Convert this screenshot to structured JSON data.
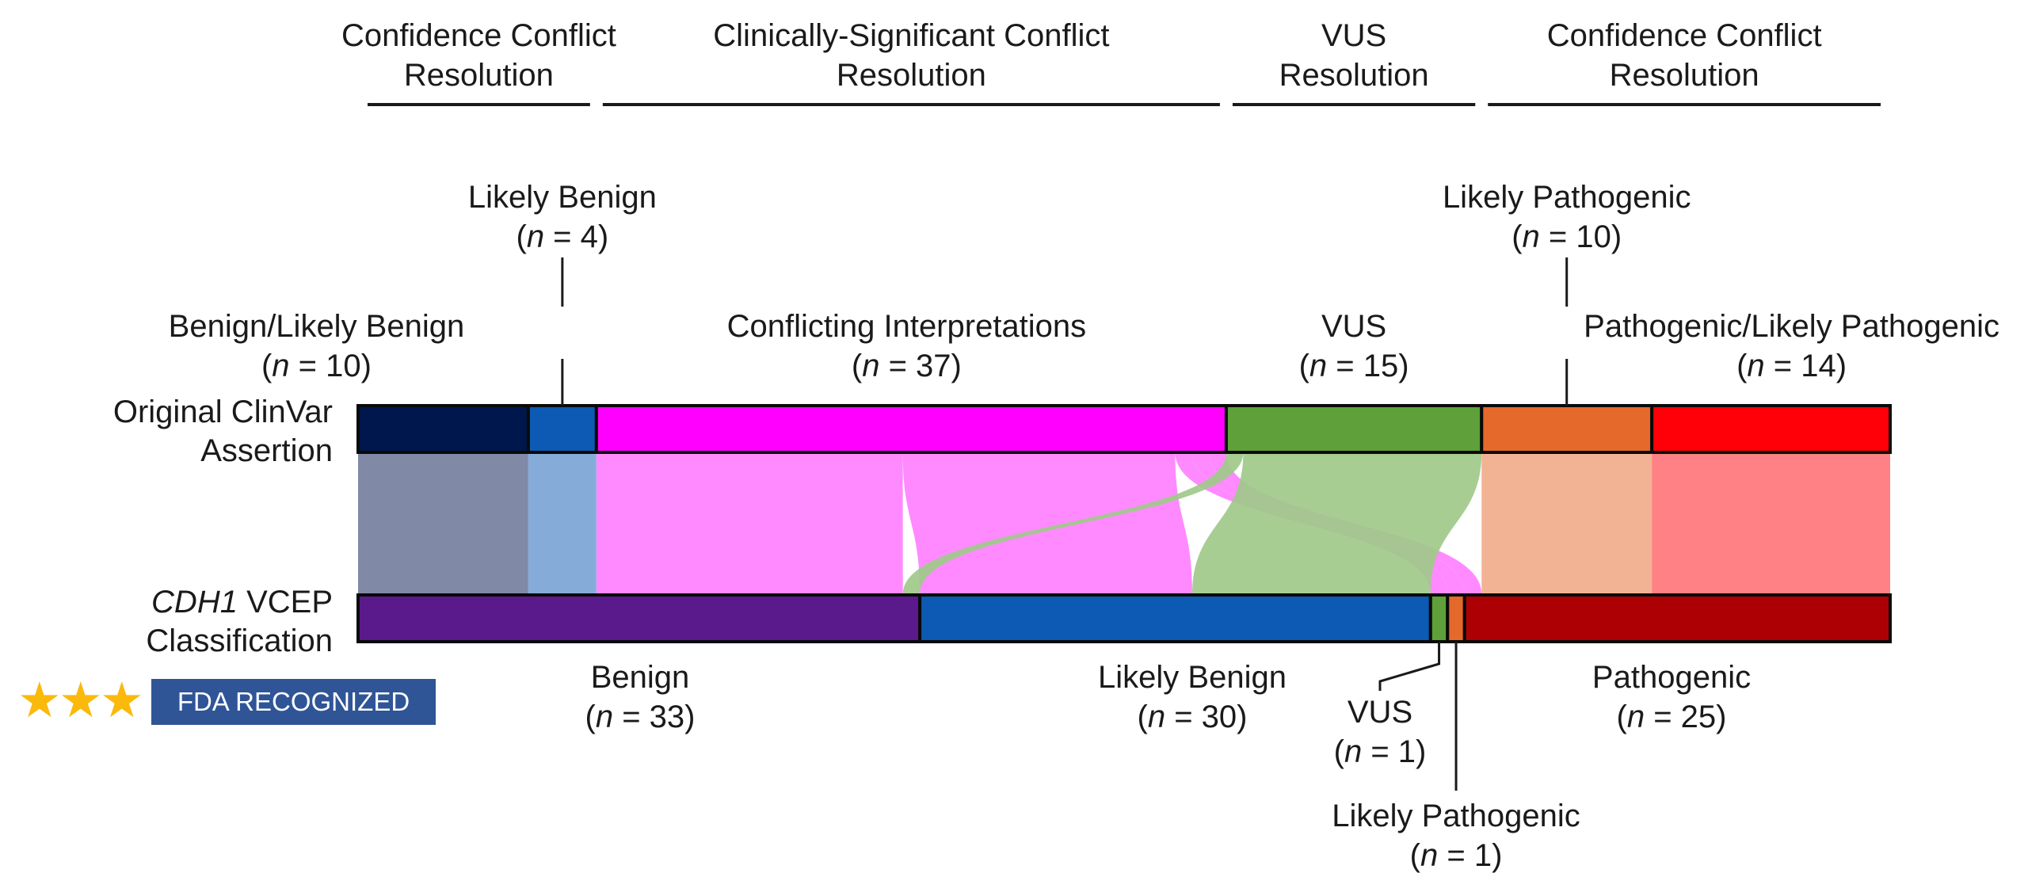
{
  "chart_data": {
    "type": "sankey",
    "title": "",
    "unit_label": "n",
    "sections": [
      {
        "line1": "Confidence Conflict",
        "line2": "Resolution",
        "sources": [
          "B/LB",
          "LB_top"
        ]
      },
      {
        "line1": "Clinically-Significant Conflict",
        "line2": "Resolution",
        "sources": [
          "CONF"
        ]
      },
      {
        "line1": "VUS",
        "line2": "Resolution",
        "sources": [
          "VUS_top"
        ]
      },
      {
        "line1": "Confidence Conflict",
        "line2": "Resolution",
        "sources": [
          "LP_top",
          "P/LP"
        ]
      }
    ],
    "rows": {
      "top_label": [
        "Original ClinVar",
        "Assertion"
      ],
      "bottom_label_italic": "CDH1",
      "bottom_label_rest": " VCEP",
      "bottom_label_line2": "Classification"
    },
    "top_nodes": [
      {
        "id": "B/LB",
        "name": "Benign/Likely Benign",
        "n": 10,
        "color": "#00174d",
        "flow_color": "#8089a6"
      },
      {
        "id": "LB_top",
        "name": "Likely Benign",
        "n": 4,
        "color": "#0c5ab4",
        "flow_color": "#85acd9"
      },
      {
        "id": "CONF",
        "name": "Conflicting Interpretations",
        "n": 37,
        "color": "#ff00ff",
        "flow_color": "#ff80ff"
      },
      {
        "id": "VUS_top",
        "name": "VUS",
        "n": 15,
        "color": "#5fa03a",
        "flow_color": "#9fc98a"
      },
      {
        "id": "LP_top",
        "name": "Likely Pathogenic",
        "n": 10,
        "color": "#e5692a",
        "flow_color": "#f2b394"
      },
      {
        "id": "P/LP",
        "name": "Pathogenic/Likely Pathogenic",
        "n": 14,
        "color": "#ff0008",
        "flow_color": "#ff8085"
      }
    ],
    "bottom_nodes": [
      {
        "id": "B",
        "name": "Benign",
        "n": 33,
        "color": "#5a1a8c"
      },
      {
        "id": "LB",
        "name": "Likely Benign",
        "n": 30,
        "color": "#0c5ab4"
      },
      {
        "id": "VUS",
        "name": "VUS",
        "n": 1,
        "color": "#5fa03a"
      },
      {
        "id": "LP",
        "name": "Likely Pathogenic",
        "n": 1,
        "color": "#e5692a"
      },
      {
        "id": "P",
        "name": "Pathogenic",
        "n": 25,
        "color": "#ad0005"
      }
    ],
    "flows": [
      {
        "from": "B/LB",
        "to": "B",
        "n": 10
      },
      {
        "from": "LB_top",
        "to": "B",
        "n": 4
      },
      {
        "from": "CONF",
        "to": "B",
        "n": 18
      },
      {
        "from": "CONF",
        "to": "LB",
        "n": 16
      },
      {
        "from": "CONF",
        "to": "VUS",
        "n": 1
      },
      {
        "from": "CONF",
        "to": "LP",
        "n": 1
      },
      {
        "from": "CONF",
        "to": "P",
        "n": 1
      },
      {
        "from": "VUS_top",
        "to": "B",
        "n": 1
      },
      {
        "from": "VUS_top",
        "to": "LB",
        "n": 14
      },
      {
        "from": "LP_top",
        "to": "P",
        "n": 10
      },
      {
        "from": "P/LP",
        "to": "P",
        "n": 14
      }
    ],
    "top_labels": [
      {
        "node": "B/LB",
        "line1": "Benign/Likely Benign",
        "count": "10",
        "tier": "near"
      },
      {
        "node": "LB_top",
        "line1": "Likely Benign",
        "count": "4",
        "tier": "far"
      },
      {
        "node": "CONF",
        "line1": "Conflicting Interpretations",
        "count": "37",
        "tier": "near"
      },
      {
        "node": "VUS_top",
        "line1": "VUS",
        "count": "15",
        "tier": "near"
      },
      {
        "node": "LP_top",
        "line1": "Likely Pathogenic",
        "count": "10",
        "tier": "far"
      },
      {
        "node": "P/LP",
        "line1": "Pathogenic/Likely Pathogenic",
        "count": "14",
        "tier": "near"
      }
    ],
    "bottom_labels": [
      {
        "node": "B",
        "line1": "Benign",
        "count": "33"
      },
      {
        "node": "LB",
        "line1": "Likely Benign",
        "count": "30"
      },
      {
        "node": "VUS",
        "line1": "VUS",
        "count": "1"
      },
      {
        "node": "LP",
        "line1": "Likely Pathogenic",
        "count": "1"
      },
      {
        "node": "P",
        "line1": "Pathogenic",
        "count": "25"
      }
    ]
  },
  "badge": {
    "stars": [
      "★",
      "★",
      "★"
    ],
    "star_count": 3,
    "star_color": "#fbb90c",
    "text": "FDA RECOGNIZED",
    "bg_color": "#2f5597"
  }
}
